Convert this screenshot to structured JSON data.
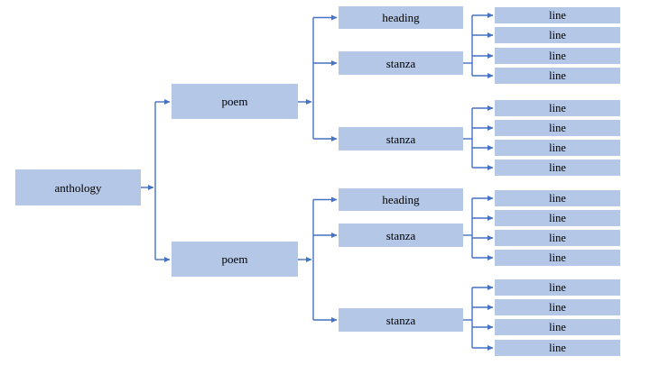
{
  "colors": {
    "node_fill": "#b4c7e7",
    "connector": "#4472c4",
    "text": "#000000"
  },
  "tree": {
    "root": {
      "label": "anthology",
      "children": [
        {
          "label": "poem",
          "children": [
            {
              "label": "heading",
              "children": []
            },
            {
              "label": "stanza",
              "children": [
                "line",
                "line",
                "line",
                "line"
              ]
            },
            {
              "label": "stanza",
              "children": [
                "line",
                "line",
                "line",
                "line"
              ]
            }
          ]
        },
        {
          "label": "poem",
          "children": [
            {
              "label": "heading",
              "children": []
            },
            {
              "label": "stanza",
              "children": [
                "line",
                "line",
                "line",
                "line"
              ]
            },
            {
              "label": "stanza",
              "children": [
                "line",
                "line",
                "line",
                "line"
              ]
            }
          ]
        }
      ]
    }
  }
}
